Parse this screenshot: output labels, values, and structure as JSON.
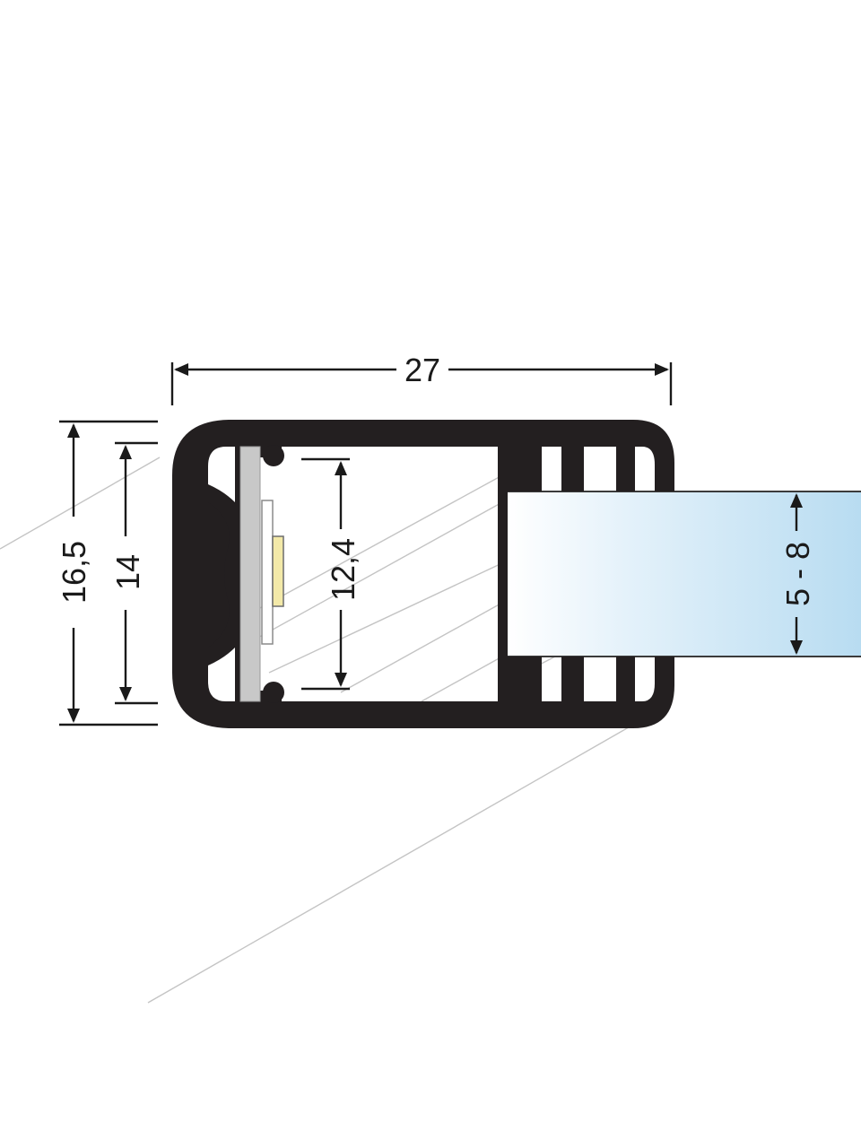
{
  "dimensions": {
    "overall_width": "27",
    "overall_height": "16,5",
    "inner_height": "14",
    "led_opening": "12,4",
    "glass_thickness": "5 - 8"
  },
  "colors": {
    "profile": "#231f20",
    "pcb": "#c8c8c8",
    "led": "#f3e9a8",
    "glass_light": "#eaf5fb",
    "glass_dark": "#b9ddf1",
    "dimension_line": "#1a1a1a",
    "light_rays": "#bdbdbd"
  }
}
